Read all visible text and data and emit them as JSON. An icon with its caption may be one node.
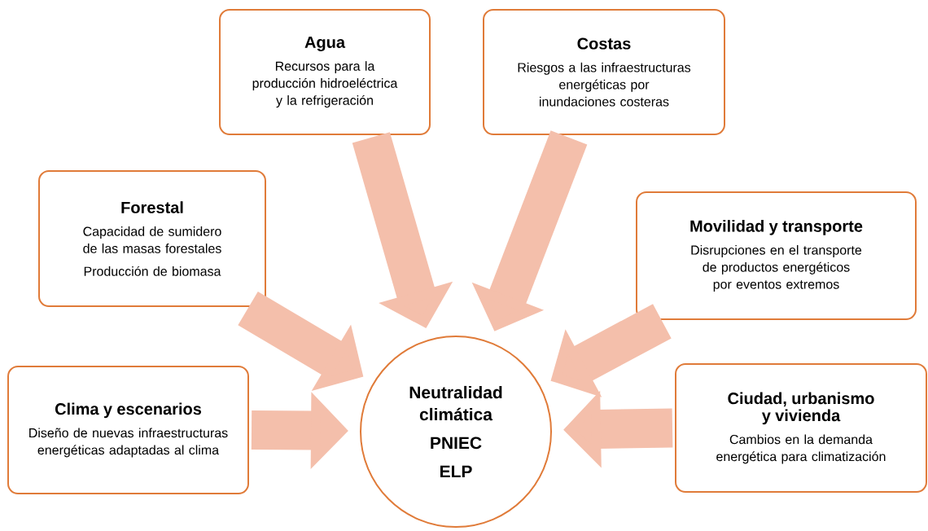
{
  "diagram": {
    "nodes": [
      {
        "text": [
          "Agua",
          "Recursos para la producción hidroeléctrica y la refrigeración"
        ]
      },
      {
        "text": [
          "Costas",
          "Riesgos a las infraestructuras energéticas por inundaciones costeras"
        ]
      },
      {
        "text": [
          "Forestal",
          "Capacidad de sumidero de las masas forestales",
          "Producción de biomasa"
        ]
      },
      {
        "text": [
          "Movilidad y transporte",
          "Disrupciones en el transporte de productos energéticos por eventos extremos"
        ]
      },
      {
        "text": [
          "Clima y escenarios",
          "Diseño de nuevas infraestructuras energéticas adaptadas al clima"
        ]
      },
      {
        "text": [
          "Ciudad, urbanismo y vivienda",
          "Cambios en la demanda energética para climatización"
        ]
      },
      {
        "text": [
          "Neutralidad climática",
          "PNIEC",
          "ELP"
        ]
      }
    ],
    "edges": [
      {
        "from": 0,
        "to": 6,
        "arrow": "to"
      },
      {
        "from": 1,
        "to": 6,
        "arrow": "to"
      },
      {
        "from": 2,
        "to": 6,
        "arrow": "to"
      },
      {
        "from": 3,
        "to": 6,
        "arrow": "to"
      },
      {
        "from": 4,
        "to": 6,
        "arrow": "to"
      },
      {
        "from": 5,
        "to": 6,
        "arrow": "to"
      }
    ]
  }
}
